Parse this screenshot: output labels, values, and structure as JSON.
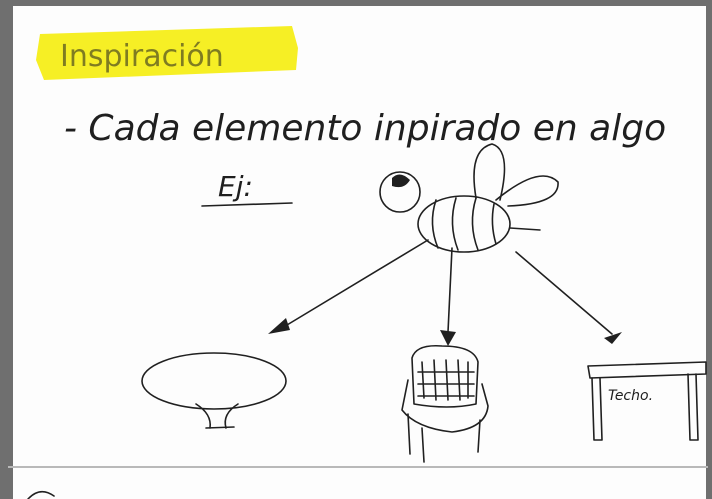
{
  "note": {
    "heading": "Inspiración",
    "line_1": "- Cada elemento inpirado en algo",
    "example_label": "Ej:",
    "table_label": "Techo."
  },
  "colors": {
    "highlighter": "#f5ee12",
    "ink": "#202020",
    "frame": "#6f6f6f"
  },
  "icons": {
    "bee": "bee-sketch",
    "round_table": "round-table-sketch",
    "chair": "chair-sketch",
    "desk": "desk-sketch"
  }
}
